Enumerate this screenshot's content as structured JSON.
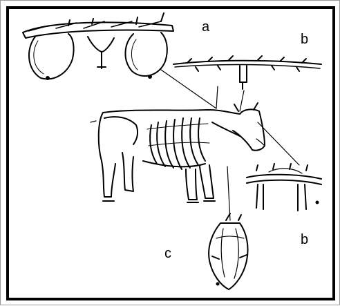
{
  "labels": {
    "a": "a",
    "b_top": "b",
    "b_bottom": "b",
    "c": "c"
  },
  "colors": {
    "ink": "#000000",
    "background": "#ffffff"
  }
}
